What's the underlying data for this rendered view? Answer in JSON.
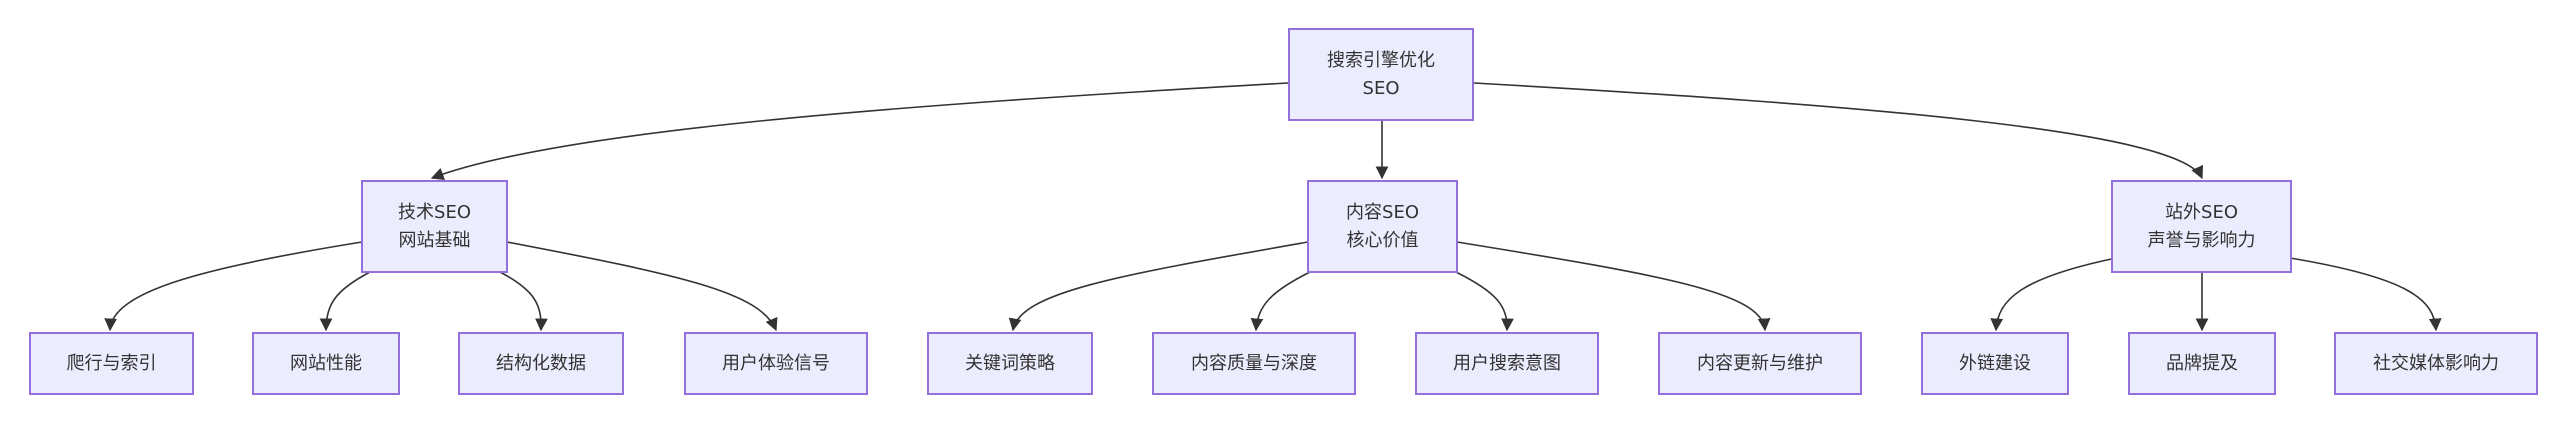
{
  "diagram": {
    "colors": {
      "node_fill": "#ECECFF",
      "node_stroke": "#9370DB",
      "edge": "#333333",
      "text": "#333333"
    },
    "root": {
      "line1": "搜索引擎优化",
      "line2": "SEO"
    },
    "branches": {
      "technical": {
        "line1": "技术SEO",
        "line2": "网站基础"
      },
      "content": {
        "line1": "内容SEO",
        "line2": "核心价值"
      },
      "offsite": {
        "line1": "站外SEO",
        "line2": "声誉与影响力"
      }
    },
    "leaves": {
      "crawl": "爬行与索引",
      "performance": "网站性能",
      "structured": "结构化数据",
      "ux": "用户体验信号",
      "keyword": "关键词策略",
      "quality": "内容质量与深度",
      "intent": "用户搜索意图",
      "update": "内容更新与维护",
      "backlinks": "外链建设",
      "brand": "品牌提及",
      "social": "社交媒体影响力"
    }
  }
}
